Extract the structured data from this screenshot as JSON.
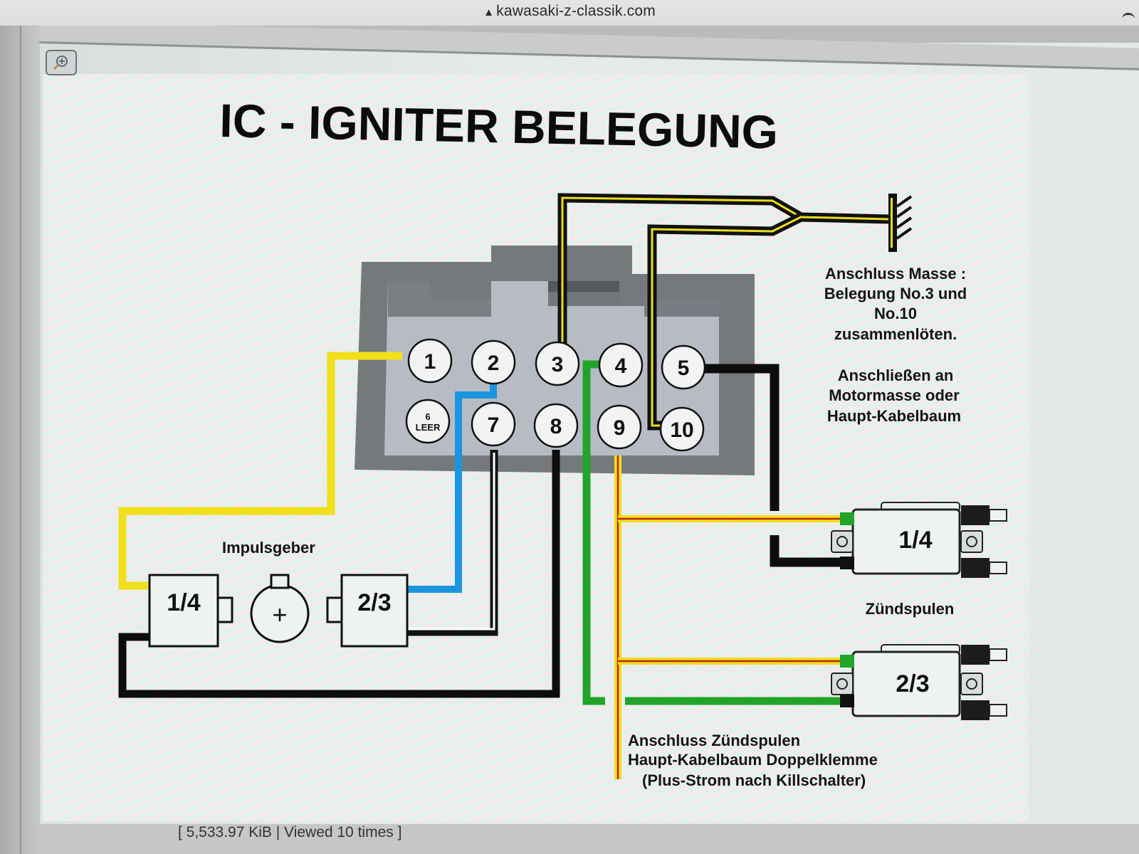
{
  "browser": {
    "url": "kawasaki-z-classik.com",
    "lock_icon": "lock-icon",
    "status_icons": [
      "wifi-icon"
    ]
  },
  "toolbar": {
    "zoom_icon": "zoom-in-icon"
  },
  "diagram": {
    "title": "IC - IGNITER  BELEGUNG",
    "connector": {
      "pins": [
        {
          "id": "1",
          "label": "1"
        },
        {
          "id": "2",
          "label": "2"
        },
        {
          "id": "3",
          "label": "3"
        },
        {
          "id": "4",
          "label": "4"
        },
        {
          "id": "5",
          "label": "5"
        },
        {
          "id": "6",
          "label": "6",
          "sublabel": "LEER"
        },
        {
          "id": "7",
          "label": "7"
        },
        {
          "id": "8",
          "label": "8"
        },
        {
          "id": "9",
          "label": "9"
        },
        {
          "id": "10",
          "label": "10"
        }
      ]
    },
    "wires": [
      {
        "from_pin": "1",
        "color": "yellow",
        "hex": "#f2e11a",
        "to": "Impulsgeber 1/4"
      },
      {
        "from_pin": "2",
        "color": "blue",
        "hex": "#1e96e0",
        "to": "Impulsgeber 2/3"
      },
      {
        "from_pin": "3",
        "color": "black/yellow",
        "hex": "#111111",
        "stripe_hex": "#e8dc20",
        "to": "Masse"
      },
      {
        "from_pin": "4",
        "color": "green",
        "hex": "#22a32a",
        "to": "Zündspule 2/3"
      },
      {
        "from_pin": "5",
        "color": "black",
        "hex": "#0d0d0d",
        "to": "Zündspule 1/4"
      },
      {
        "from_pin": "7",
        "color": "black/white",
        "hex": "#111111",
        "stripe_hex": "#ffffff",
        "to": "Impulsgeber 2/3"
      },
      {
        "from_pin": "8",
        "color": "black",
        "hex": "#0d0d0d",
        "to": "Impulsgeber 1/4"
      },
      {
        "from_pin": "9",
        "color": "yellow/red",
        "hex": "#f2e11a",
        "stripe_hex": "#c0221a",
        "to": "Zündspulen Plus"
      },
      {
        "from_pin": "10",
        "color": "black/yellow",
        "hex": "#111111",
        "stripe_hex": "#e8dc20",
        "to": "Masse"
      }
    ],
    "ground_note": {
      "line1": "Anschluss Masse :",
      "line2": "Belegung No.3 und",
      "line3": "No.10",
      "line4": "zusammenlöten.",
      "line5": "Anschließen an",
      "line6": "Motormasse oder",
      "line7": "Haupt-Kabelbaum"
    },
    "pulser": {
      "label": "Impulsgeber",
      "unit_a": "1/4",
      "unit_b": "2/3",
      "rotor_symbol": "+"
    },
    "coils": {
      "label": "Zündspulen",
      "coil_a": "1/4",
      "coil_b": "2/3"
    },
    "power_note": {
      "line1": "Anschluss Zündspulen",
      "line2": "Haupt-Kabelbaum Doppelklemme",
      "line3": "(Plus-Strom nach Killschalter)"
    }
  },
  "footer": {
    "text": "[ 5,533.97 KiB | Viewed 10 times ]"
  }
}
